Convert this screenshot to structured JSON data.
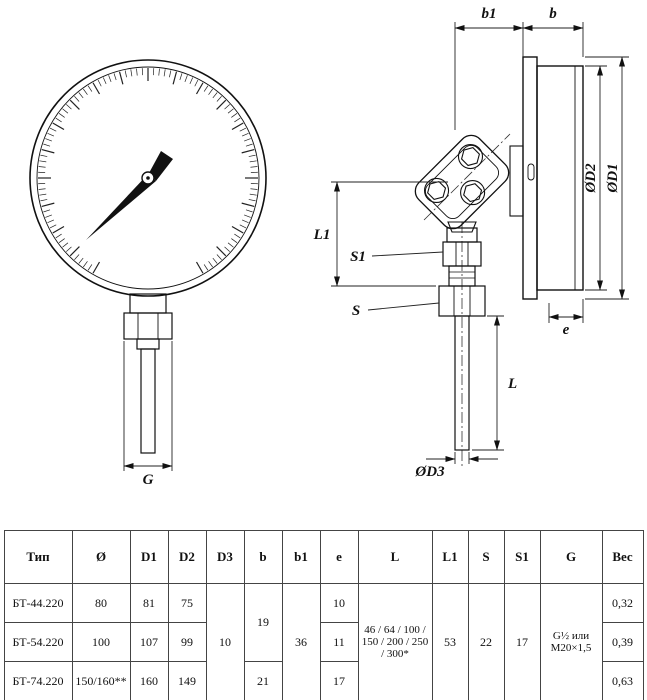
{
  "labels": {
    "b1": "b1",
    "b": "b",
    "d2": "ØD2",
    "d1": "ØD1",
    "l1": "L1",
    "s1": "S1",
    "s": "S",
    "l": "L",
    "d3": "ØD3",
    "e": "e",
    "g": "G"
  },
  "table": {
    "headers": [
      "Тип",
      "Ø",
      "D1",
      "D2",
      "D3",
      "b",
      "b1",
      "e",
      "L",
      "L1",
      "S",
      "S1",
      "G",
      "Вес"
    ],
    "rows": [
      {
        "tip": "БТ-44.220",
        "d": "80",
        "d1": "81",
        "d2": "75",
        "e": "10",
        "ves": "0,32"
      },
      {
        "tip": "БТ-54.220",
        "d": "100",
        "d1": "107",
        "d2": "99",
        "e": "11",
        "ves": "0,39"
      },
      {
        "tip": "БТ-74.220",
        "d": "150/160**",
        "d1": "160",
        "d2": "149",
        "e": "17",
        "ves": "0,63"
      }
    ],
    "merged": {
      "d3": "10",
      "b_top": "19",
      "b_bottom": "21",
      "b1": "36",
      "l": "46 / 64 / 100 / 150 / 200 / 250 / 300*",
      "l1": "53",
      "s": "22",
      "s1": "17",
      "g": "G½ или M20×1,5"
    }
  }
}
